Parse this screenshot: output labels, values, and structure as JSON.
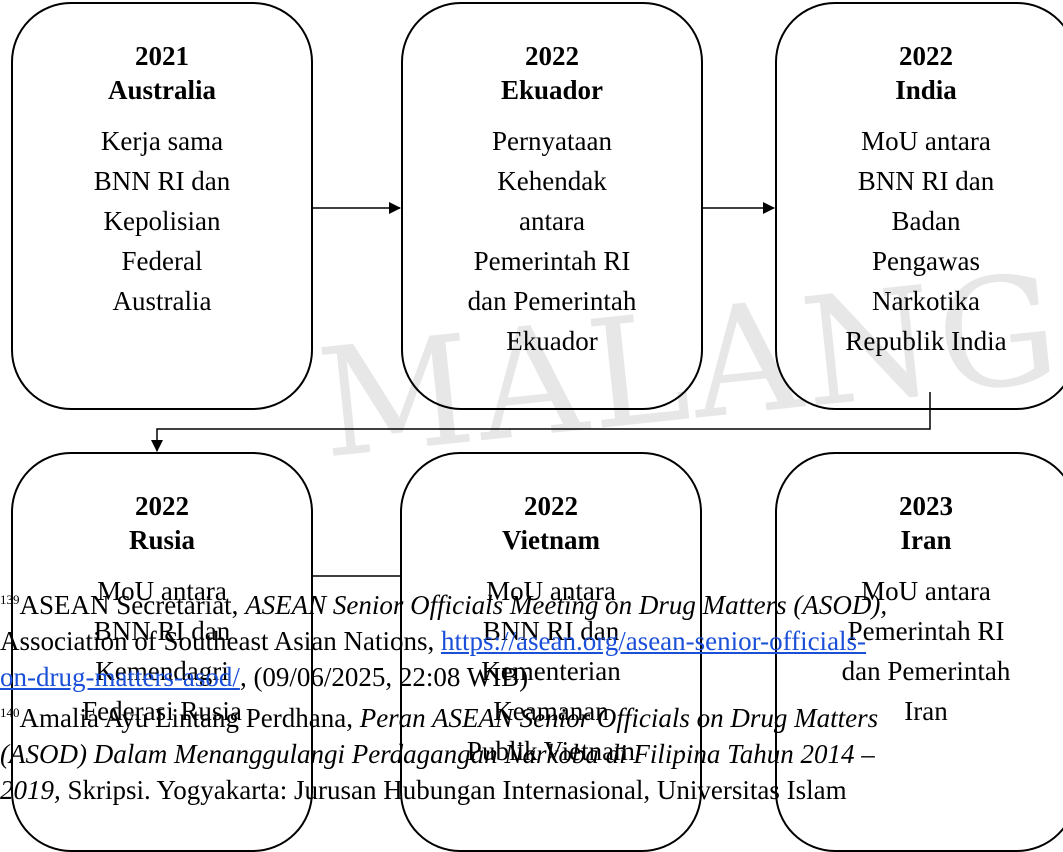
{
  "watermark": {
    "text": "MALANG"
  },
  "boxes": [
    {
      "year": "2021",
      "country": "Australia",
      "lines": [
        "Kerja sama",
        "BNN RI dan",
        "Kepolisian",
        "Federal",
        "Australia"
      ]
    },
    {
      "year": "2022",
      "country": "Ekuador",
      "lines": [
        "Pernyataan",
        "Kehendak",
        "antara",
        "Pemerintah RI",
        "dan Pemerintah",
        "Ekuador"
      ]
    },
    {
      "year": "2022",
      "country": "India",
      "lines": [
        "MoU antara",
        "BNN RI dan",
        "Badan",
        "Pengawas",
        "Narkotika",
        "Republik India"
      ]
    },
    {
      "year": "2022",
      "country": "Rusia",
      "lines": [
        "MoU antara",
        "BNN RI dan",
        "Kemendagri",
        "Federasi Rusia"
      ]
    },
    {
      "year": "2022",
      "country": "Vietnam",
      "lines": [
        "MoU antara",
        "BNN RI dan",
        "Kementerian",
        "Keamanan",
        "Publik Vietnam"
      ]
    },
    {
      "year": "2023",
      "country": "Iran",
      "lines": [
        "MoU antara",
        "Pemerintah RI",
        "dan Pemerintah",
        "Iran"
      ]
    }
  ],
  "footnotes": {
    "fn139": {
      "num": "139",
      "author": "ASEAN Secretariat, ",
      "title": "ASEAN Senior Officials Meeting on Drug Matters (ASOD),",
      "line2_text": "Association of Southeast Asian Nations, ",
      "link_part1": "https://asean.org/asean-senior-officials-",
      "link_part2": "on-drug-matters-asod/",
      "access": ", (09/06/2025, 22:08 WIB)"
    },
    "fn140": {
      "num": "140",
      "author": "Amalia Ayu Lintang Perdhana, ",
      "title1": "Peran ASEAN Senior Officials on Drug Matters",
      "title2": "(ASOD) Dalam Menanggulangi Perdagangan Narkoba di Filipina Tahun 2014 –",
      "title3": "2019,",
      "rest": " Skripsi. Yogyakarta: Jurusan Hubungan Internasional, Universitas Islam"
    }
  }
}
